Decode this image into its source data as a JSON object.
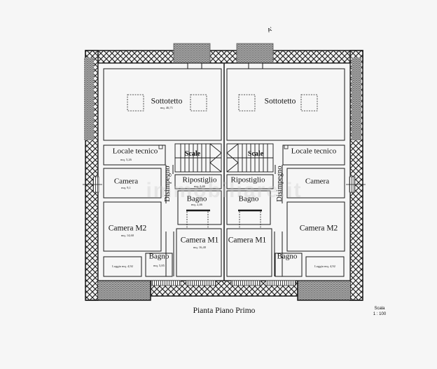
{
  "drawing": {
    "title": "Pianta Piano Primo",
    "scale_label": "Scala",
    "scale_value": "1 : 100",
    "north_mark": "A'",
    "watermark": "immobiliare.it"
  },
  "units": {
    "left": {
      "rooms": [
        {
          "id": "sottotetto",
          "name": "Sottotetto",
          "area": "mq. 46,71"
        },
        {
          "id": "locale-tecnico",
          "name": "Locale tecnico",
          "area": "mq. 5,26"
        },
        {
          "id": "scale",
          "name": "Scale"
        },
        {
          "id": "camera",
          "name": "Camera",
          "area": "mq. 9,1"
        },
        {
          "id": "disimpegno",
          "name": "Disimpegno"
        },
        {
          "id": "ripostiglio",
          "name": "Ripostiglio",
          "area": "mq. 2,46"
        },
        {
          "id": "bagno-1",
          "name": "Bagno",
          "area": "mq. 2,46"
        },
        {
          "id": "camera-m2",
          "name": "Camera M2",
          "area": "mq. 14,60"
        },
        {
          "id": "camera-m1",
          "name": "Camera M1",
          "area": "mq. 16,40"
        },
        {
          "id": "bagno-2",
          "name": "Bagno",
          "area": "mq. 5,85"
        },
        {
          "id": "loggia",
          "name": "Loggia mq. 4,92"
        }
      ]
    },
    "right": {
      "rooms": [
        {
          "id": "sottotetto",
          "name": "Sottotetto"
        },
        {
          "id": "locale-tecnico",
          "name": "Locale tecnico"
        },
        {
          "id": "scale",
          "name": "Scale"
        },
        {
          "id": "camera",
          "name": "Camera"
        },
        {
          "id": "disimpegno",
          "name": "Disimpegno"
        },
        {
          "id": "ripostiglio",
          "name": "Ripostiglio"
        },
        {
          "id": "bagno-1",
          "name": "Bagno"
        },
        {
          "id": "camera-m2",
          "name": "Camera M2"
        },
        {
          "id": "camera-m1",
          "name": "Camera M1"
        },
        {
          "id": "bagno-2",
          "name": "Bagno"
        },
        {
          "id": "loggia",
          "name": "Loggia mq. 4,92"
        }
      ]
    }
  },
  "colors": {
    "wall_line": "#1a1a1a",
    "brick_fill": "#8f8f8f",
    "background": "#f6f6f6"
  }
}
